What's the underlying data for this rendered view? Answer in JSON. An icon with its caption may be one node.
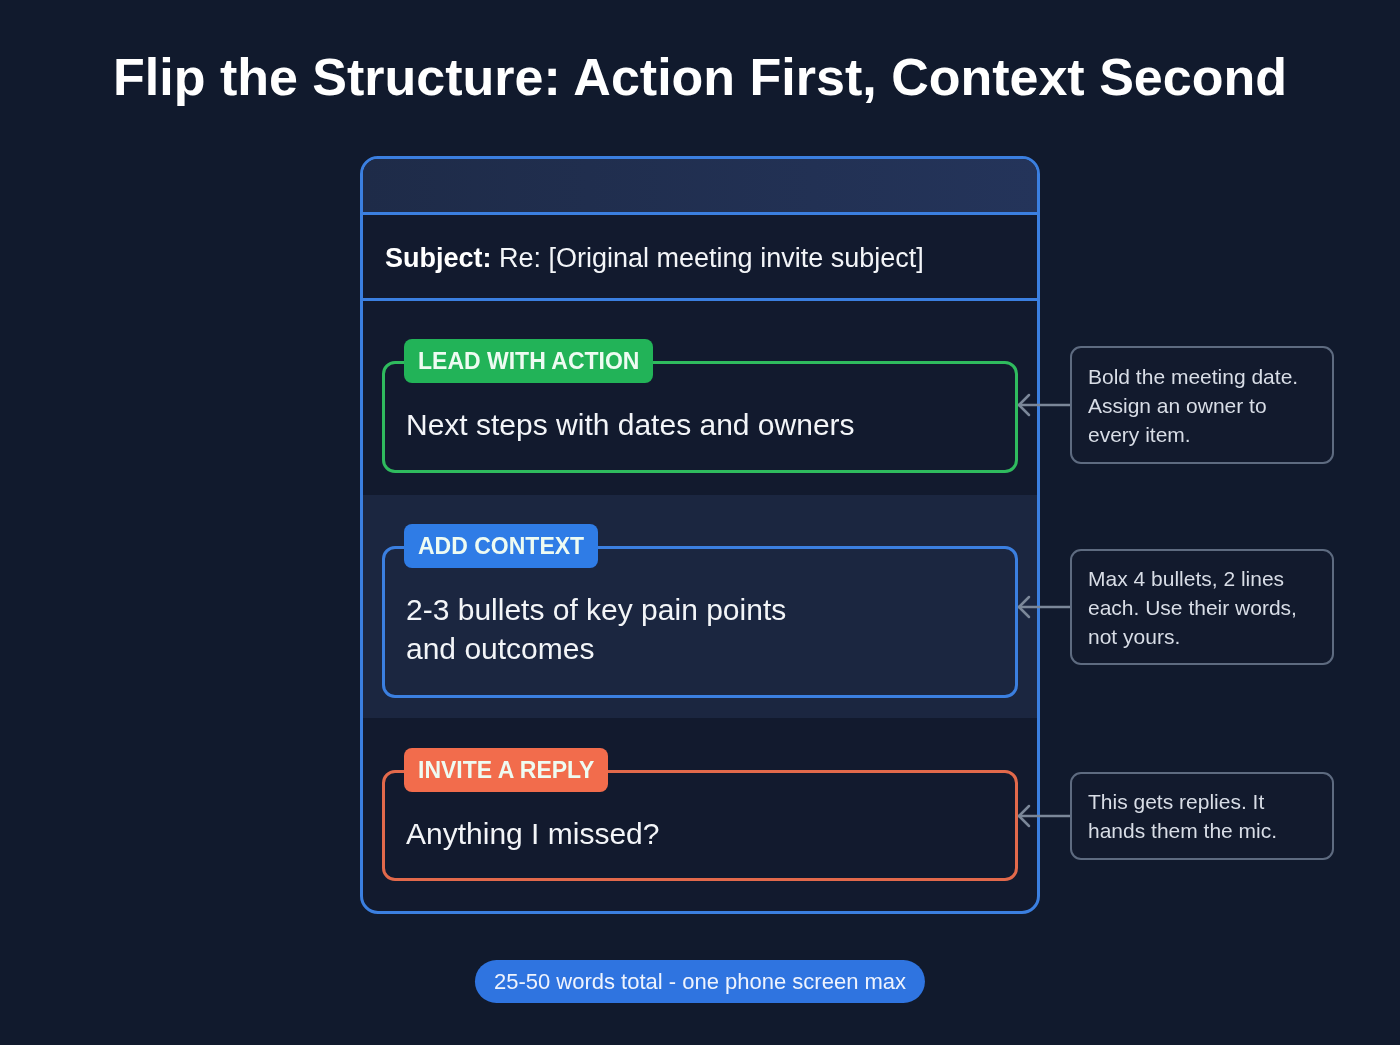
{
  "diagram": {
    "title": "Flip the Structure: Action First, Context Second",
    "nodes": [
      {
        "text": [],
        "shape": "box"
      },
      {
        "text": [
          "**Subject:** Re: [Original meeting invite subject]"
        ],
        "in": 0
      },
      {
        "text": [
          "LEAD WITH ACTION",
          "Next steps with dates and owners"
        ],
        "in": 0
      },
      {
        "text": [
          "ADD CONTEXT",
          "2-3 bullets of key pain points and outcomes"
        ],
        "in": 0
      },
      {
        "text": [
          "INVITE A REPLY",
          "Anything I missed?"
        ],
        "in": 0
      },
      {
        "text": [
          "Bold the meeting date. Assign an owner to every item."
        ]
      },
      {
        "text": [
          "Max 4 bullets, 2 lines each. Use their words, not yours."
        ]
      },
      {
        "text": [
          "This gets replies. It hands them the mic."
        ]
      },
      {
        "text": [
          "25-50 words total - one phone screen max"
        ]
      }
    ],
    "edges": [
      {
        "from": 5,
        "to": 2,
        "arrow": "to"
      },
      {
        "from": 6,
        "to": 3,
        "arrow": "to"
      },
      {
        "from": 7,
        "to": 4,
        "arrow": "to"
      }
    ]
  }
}
